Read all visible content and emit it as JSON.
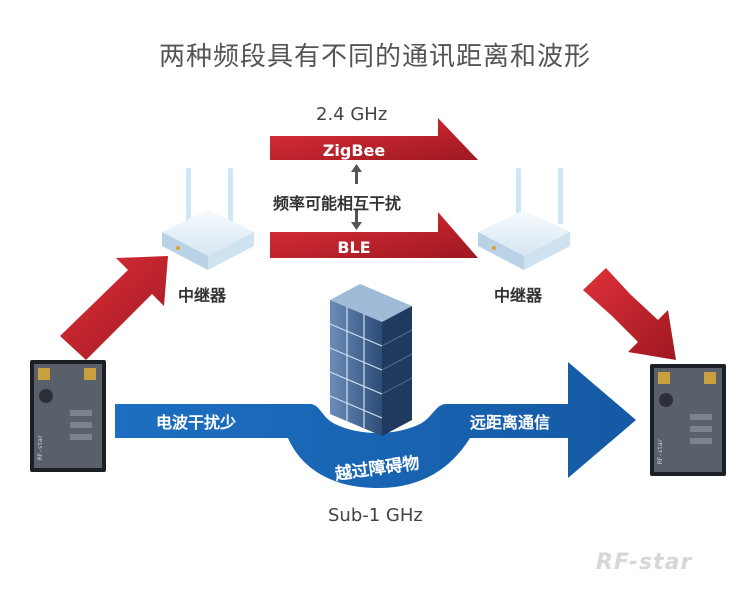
{
  "title": "两种频段具有不同的通讯距离和波形",
  "band_24": "2.4 GHz",
  "band_sub1": "Sub-1 GHz",
  "zigbee": "ZigBee",
  "ble": "BLE",
  "interference": "频率可能相互干扰",
  "relay_left": "中继器",
  "relay_right": "中继器",
  "low_interference": "电波干扰少",
  "long_distance": "远距离通信",
  "penetrate": "越过障碍物",
  "module_brand": "RF-star",
  "logo": "RF-star",
  "colors": {
    "red": "#c0202a",
    "blue": "#1a62b0",
    "module": "#4a4f58"
  }
}
